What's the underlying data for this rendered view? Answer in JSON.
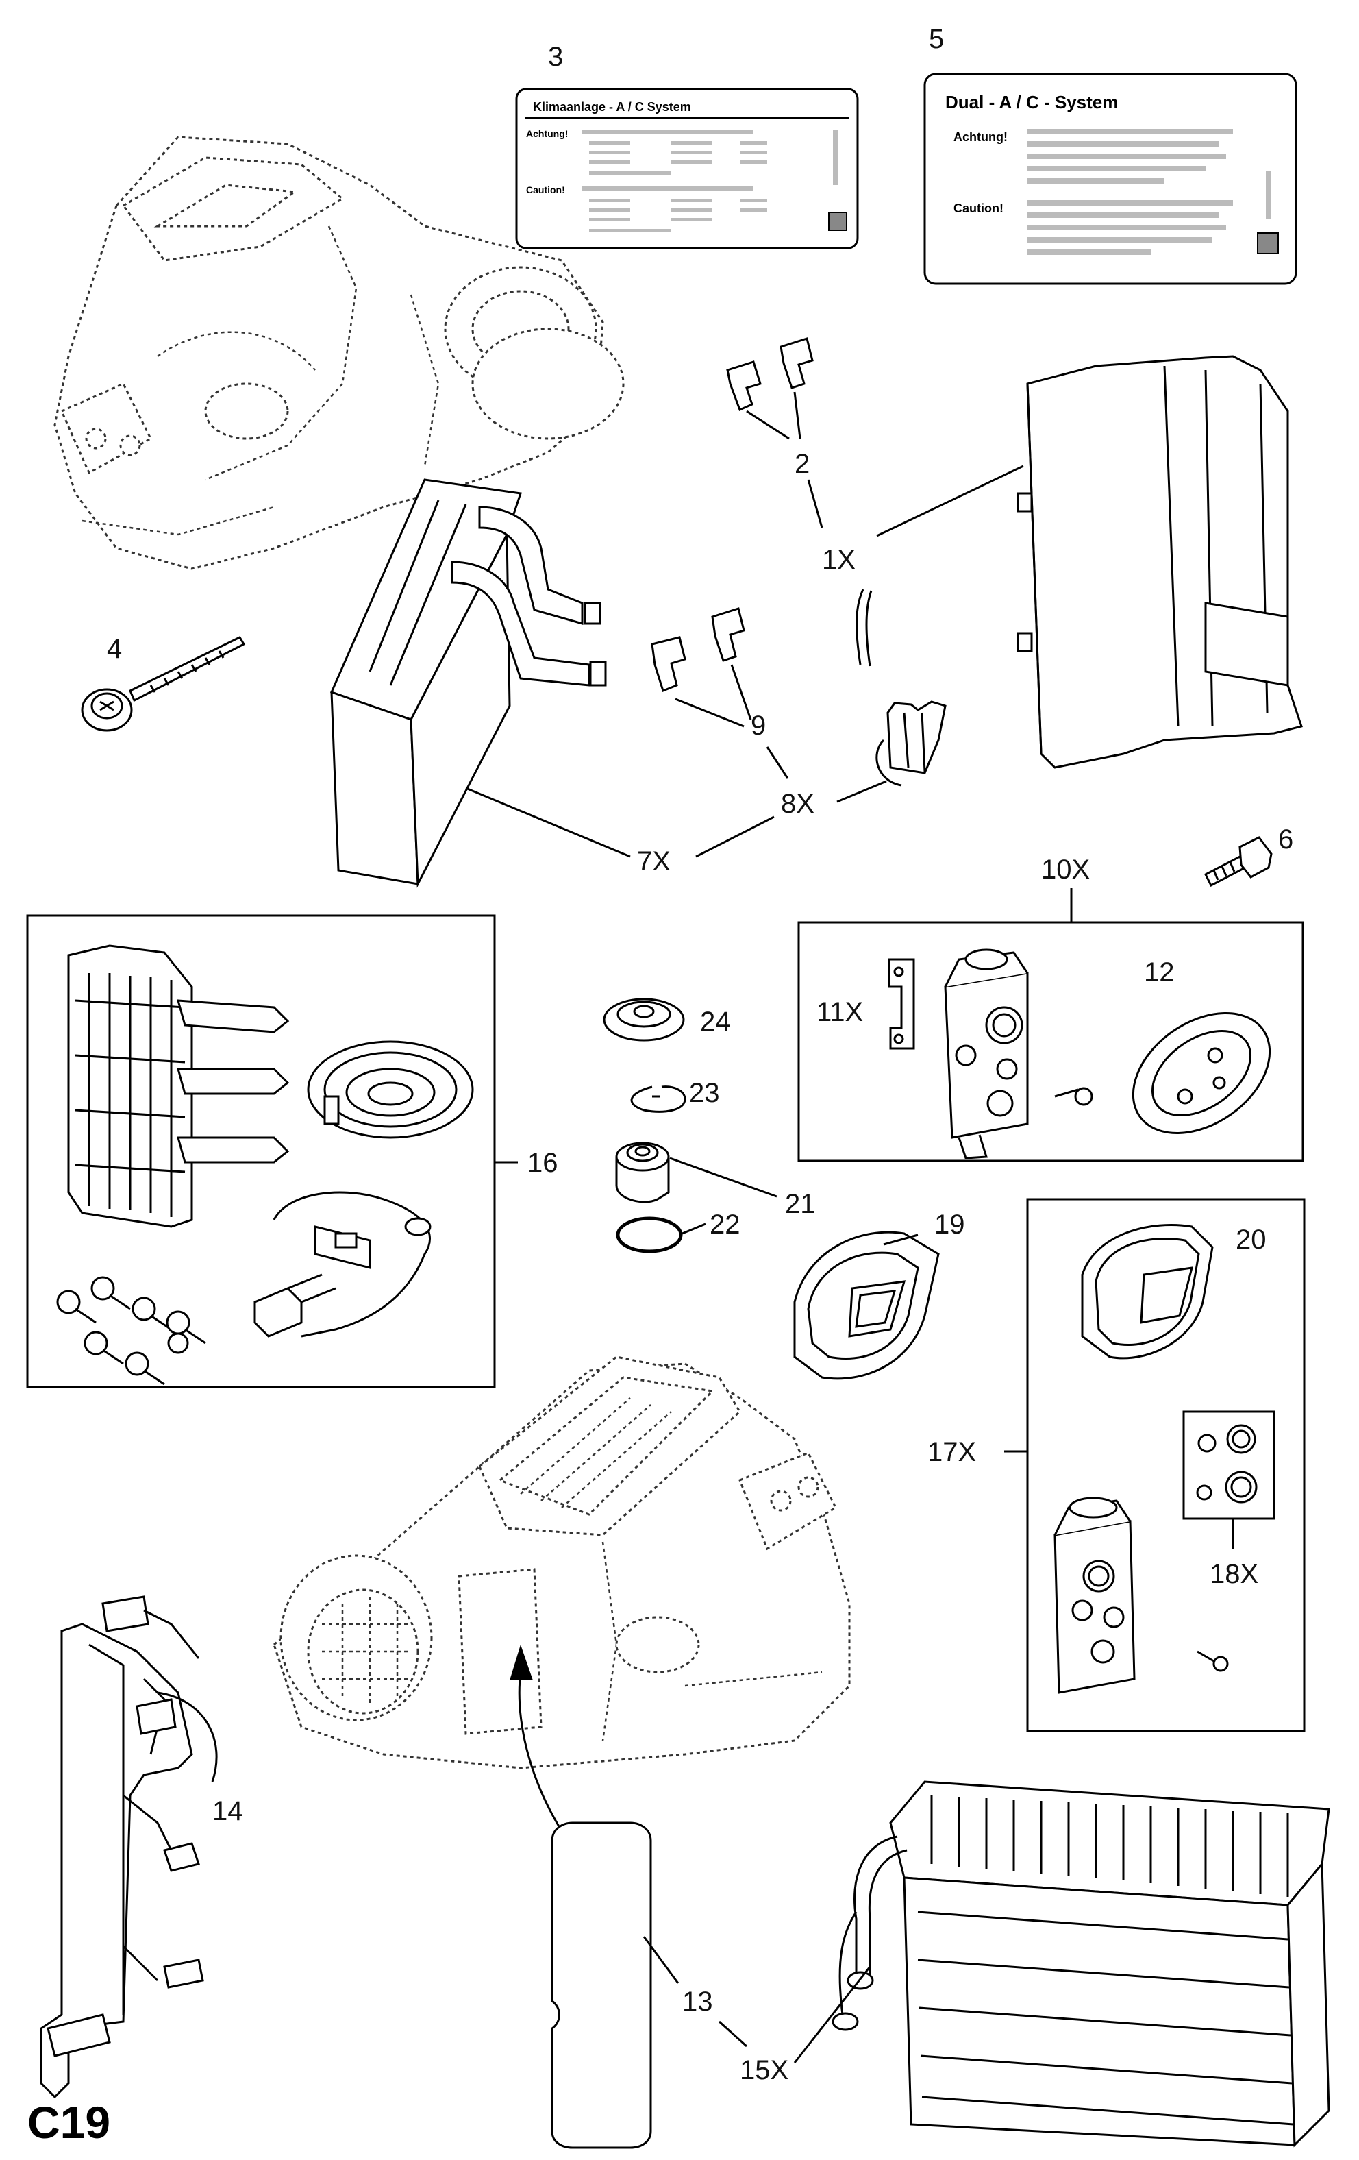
{
  "page_code": "C19",
  "label_3": {
    "title": "Klimaanlage - A / C System",
    "achtung": "Achtung!",
    "caution": "Caution!"
  },
  "label_5": {
    "title": "Dual - A / C - System",
    "achtung": "Achtung!",
    "caution": "Caution!"
  },
  "callouts": {
    "n1X": "1X",
    "n2": "2",
    "n3": "3",
    "n4": "4",
    "n5": "5",
    "n6": "6",
    "n7X": "7X",
    "n8X": "8X",
    "n9": "9",
    "n10X": "10X",
    "n11X": "11X",
    "n12": "12",
    "n13": "13",
    "n14": "14",
    "n15X": "15X",
    "n16": "16",
    "n17X": "17X",
    "n18X": "18X",
    "n19": "19",
    "n20": "20",
    "n21": "21",
    "n22": "22",
    "n23": "23",
    "n24": "24"
  }
}
